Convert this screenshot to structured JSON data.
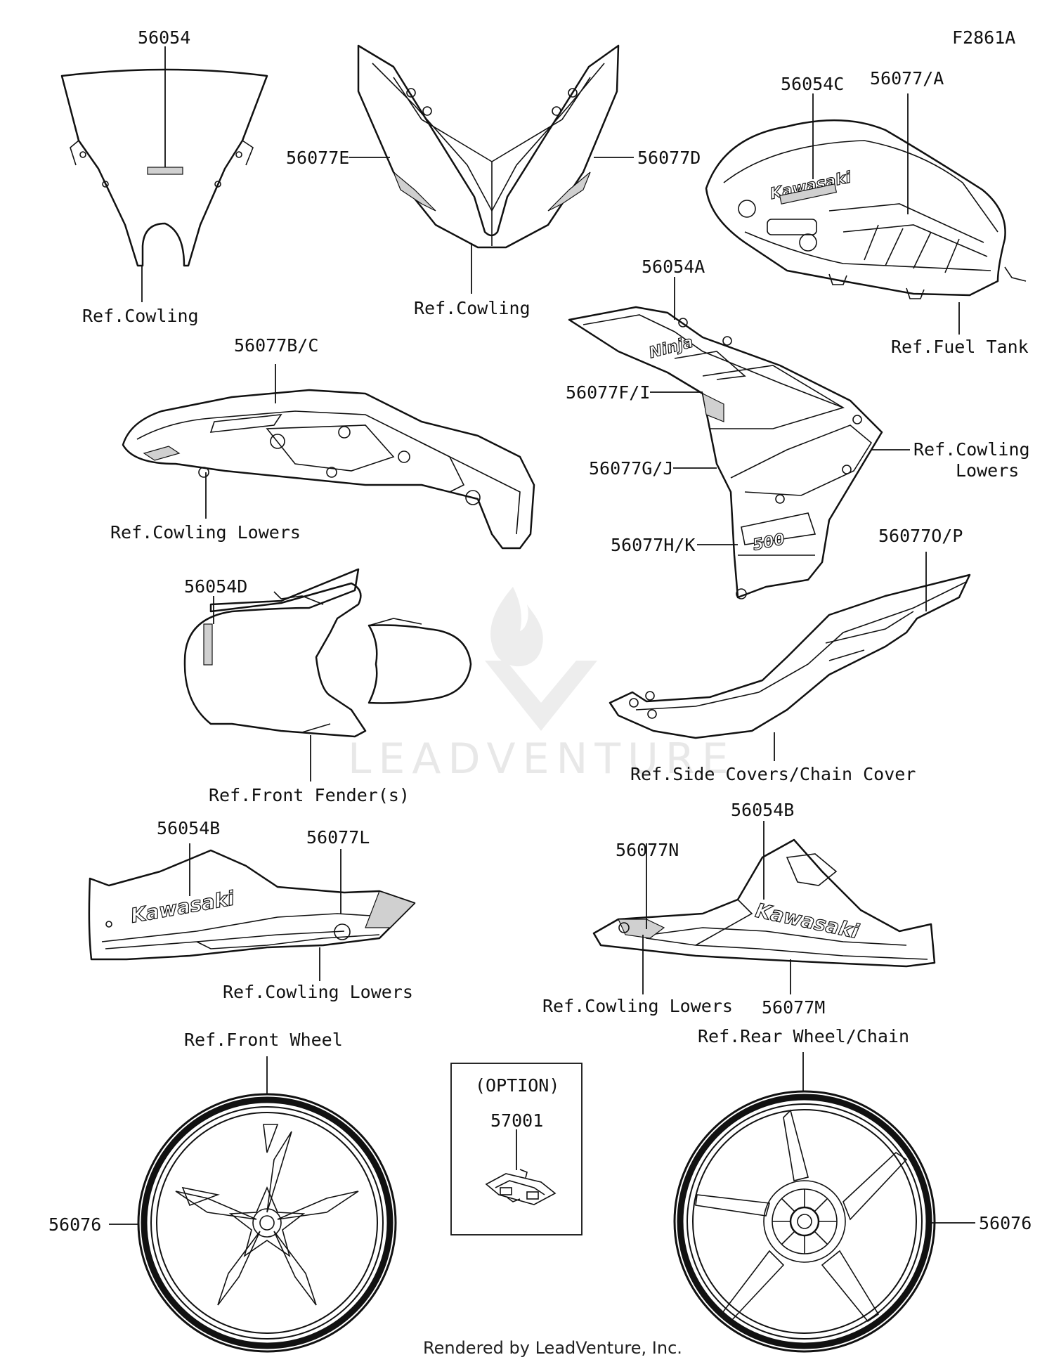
{
  "figure_code": "F2861A",
  "watermark": "LEADVENTURE",
  "footer": "Rendered by LeadVenture, Inc.",
  "labels": {
    "p56054": "56054",
    "ref_cowling_windshield": "Ref.Cowling",
    "p56077E": "56077E",
    "p56077D": "56077D",
    "ref_cowling_upper": "Ref.Cowling",
    "p56054C": "56054C",
    "p56077A": "56077/A",
    "ref_fuel_tank": "Ref.Fuel Tank",
    "p56077BC": "56077B/C",
    "ref_cowling_lowers_left": "Ref.Cowling Lowers",
    "p56054A": "56054A",
    "p56077FI": "56077F/I",
    "p56077GJ": "56077G/J",
    "p56077HK": "56077H/K",
    "ref_cowling_lowers_right_1": "Ref.Cowling",
    "ref_cowling_lowers_right_2": "Lowers",
    "p56054D": "56054D",
    "ref_front_fender": "Ref.Front Fender(s)",
    "p56077OP": "56077O/P",
    "ref_side_covers": "Ref.Side Covers/Chain Cover",
    "p56054B_left": "56054B",
    "p56077L": "56077L",
    "ref_cowling_lowers_bl": "Ref.Cowling Lowers",
    "p56054B_right": "56054B",
    "p56077N": "56077N",
    "ref_cowling_lowers_br": "Ref.Cowling Lowers",
    "p56077M": "56077M",
    "ref_front_wheel": "Ref.Front Wheel",
    "ref_rear_wheel": "Ref.Rear Wheel/Chain",
    "option": "(OPTION)",
    "p57001": "57001",
    "p56076_left": "56076",
    "p56076_right": "56076"
  },
  "decal_text": {
    "kawasaki": "Kawasaki",
    "ninja": "Ninja",
    "model": "500"
  }
}
